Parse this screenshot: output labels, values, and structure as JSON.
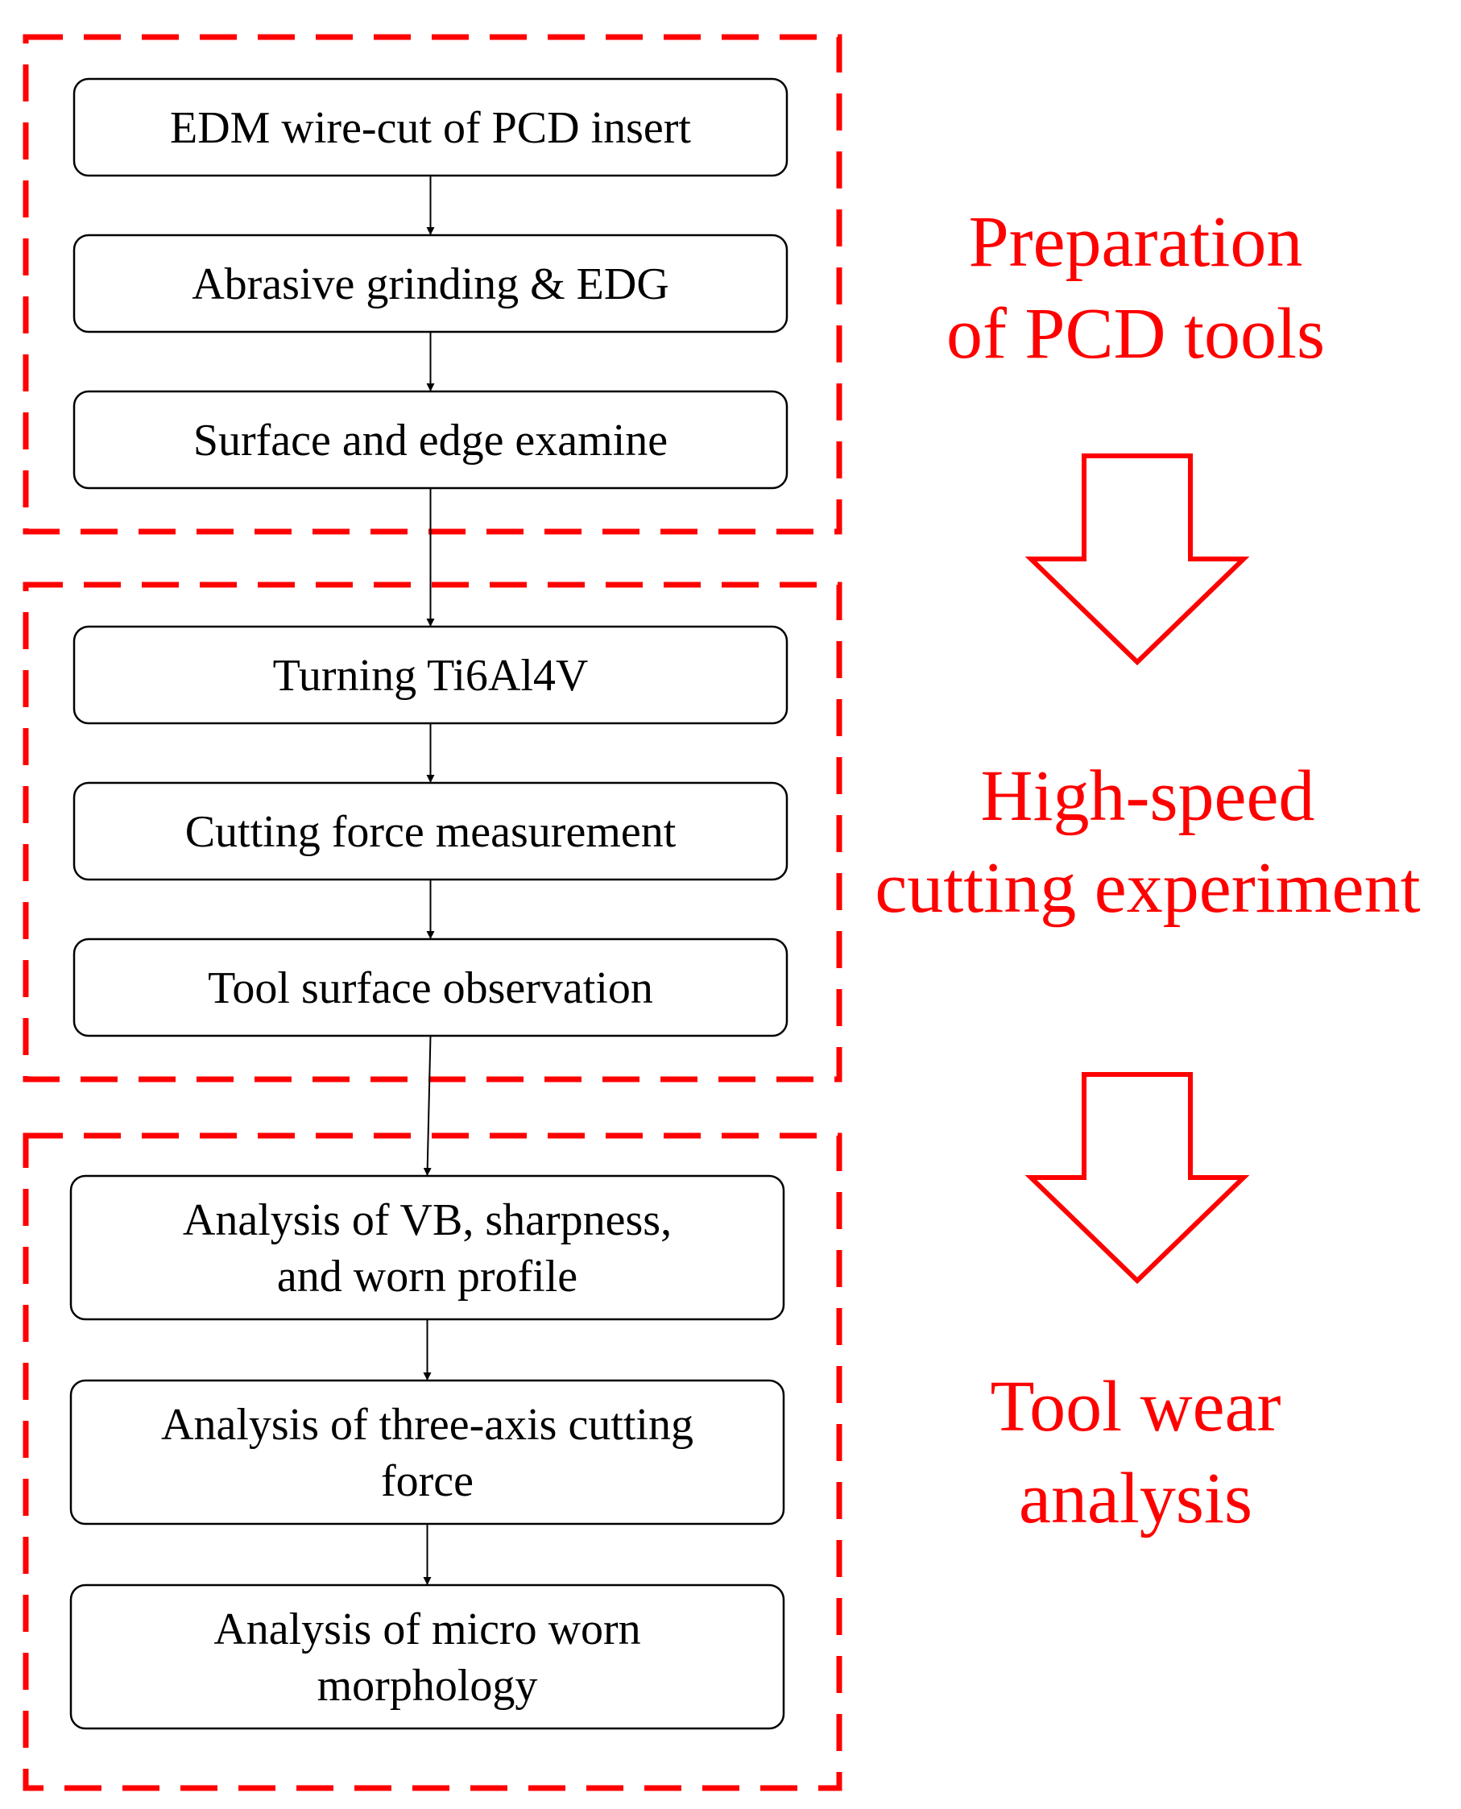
{
  "colors": {
    "accent": "#ff0000",
    "box_stroke": "#000000",
    "text": "#000000"
  },
  "groups": [
    {
      "label": [
        "Preparation",
        "of PCD tools"
      ],
      "steps": [
        [
          "EDM wire-cut of PCD insert"
        ],
        [
          "Abrasive grinding & EDG"
        ],
        [
          "Surface and edge examine"
        ]
      ]
    },
    {
      "label": [
        "High-speed",
        "cutting experiment"
      ],
      "steps": [
        [
          "Turning Ti6Al4V"
        ],
        [
          "Cutting force measurement"
        ],
        [
          "Tool surface observation"
        ]
      ]
    },
    {
      "label": [
        "Tool wear",
        "analysis"
      ],
      "steps": [
        [
          "Analysis of VB, sharpness,",
          "and worn profile"
        ],
        [
          "Analysis of three-axis cutting",
          "force"
        ],
        [
          "Analysis of micro worn",
          "morphology"
        ]
      ]
    }
  ],
  "big_arrows": [
    "down-arrow",
    "down-arrow"
  ]
}
